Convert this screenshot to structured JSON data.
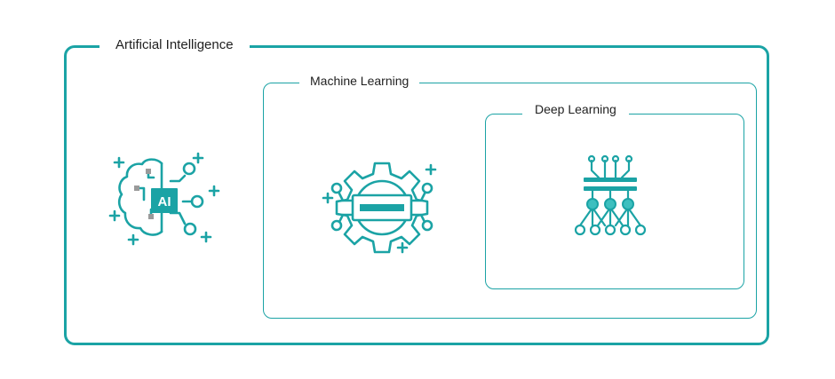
{
  "diagram": {
    "outer": {
      "label": "Artificial Intelligence",
      "icon": "ai-brain-icon",
      "badge": "AI"
    },
    "middle": {
      "label": "Machine Learning",
      "icon": "machine-learning-gear-icon"
    },
    "inner": {
      "label": "Deep Learning",
      "icon": "deep-learning-network-icon"
    }
  },
  "colors": {
    "accent": "#1ba3a5",
    "node_fill": "#3dbfbf",
    "connector_gray": "#9a9a9a"
  }
}
